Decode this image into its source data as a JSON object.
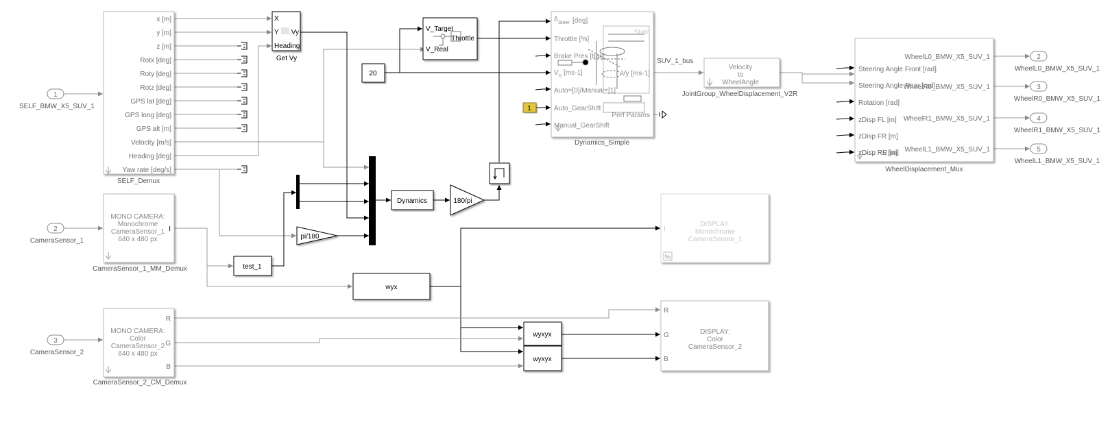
{
  "inports": [
    {
      "num": "1",
      "name": "SELF_BMW_X5_SUV_1"
    },
    {
      "num": "2",
      "name": "CameraSensor_1"
    },
    {
      "num": "3",
      "name": "CameraSensor_2"
    }
  ],
  "outports": [
    {
      "num": "2",
      "name": "WheelL0_BMW_X5_SUV_1"
    },
    {
      "num": "3",
      "name": "WheelR0_BMW_X5_SUV_1"
    },
    {
      "num": "4",
      "name": "WheelR1_BMW_X5_SUV_1"
    },
    {
      "num": "5",
      "name": "WheelL1_BMW_X5_SUV_1"
    }
  ],
  "self_demux": {
    "name": "SELF_Demux",
    "ports": [
      "x [m]",
      "y [m]",
      "z [m]",
      "Rotx [deg]",
      "Roty [deg]",
      "Rotz [deg]",
      "GPS lat [deg]",
      "GPS long [deg]",
      "GPS alt [m]",
      "Velocity [m/s]",
      "Heading [deg]",
      "Yaw rate [deg/s]"
    ]
  },
  "cam1_demux": {
    "name": "CameraSensor_1_MM_Demux",
    "lines": [
      "MONO CAMERA:",
      "Monochrome",
      "CameraSensor_1",
      "640 x 480 px"
    ],
    "port": "I"
  },
  "cam2_demux": {
    "name": "CameraSensor_2_CM_Demux",
    "lines": [
      "MONO CAMERA:",
      "Color",
      "CameraSensor_2",
      "640 x 480 px"
    ],
    "ports": [
      "R",
      "G",
      "B"
    ]
  },
  "getvy": {
    "name": "Get Vy",
    "in": [
      "X",
      "Y",
      "Heading"
    ],
    "out": "Vy"
  },
  "throttle_blk": {
    "in": [
      "V_Target",
      "V_Real"
    ],
    "out": "Throttle"
  },
  "const20": "20",
  "const1": "1",
  "dynamics_blk": "Dynamics",
  "gain180": "180/pi",
  "gainpi": "pi/180",
  "test1": "test_1",
  "wyx": "wyx",
  "wyxyx": [
    "wyxyx",
    "wyxyx"
  ],
  "dynsimple": {
    "name": "Dynamics_Simple",
    "in": [
      "δ",
      "Steer",
      "[deg]",
      "Throttle [%]",
      "Brake Pres [bar]",
      "V",
      "0",
      "[ms-1]",
      "Auto=[0]/Manual=[1]",
      "Auto_GearShift",
      "Manual_GearShift"
    ],
    "out": [
      "State",
      "Vy [ms-1]",
      "Perf Params"
    ]
  },
  "bus_label": "SUV_1_bus",
  "v2w": {
    "lines": [
      "Velocity",
      "to",
      "WheelAngle"
    ],
    "name": "JointGroup_WheelDisplacement_V2R"
  },
  "wmux": {
    "name": "WheelDisplacement_Mux",
    "in": [
      "Steering Angle Front [rad]",
      "Steering Angle Rear [rad]",
      "Rotation [rad]",
      "zDisp FL [m]",
      "zDisp FR [m]",
      "zDisp RL [m]",
      "zDisp RR [m]"
    ],
    "out": [
      "WheelL0_BMW_X5_SUV_1",
      "WheelR0_BMW_X5_SUV_1",
      "WheelR1_BMW_X5_SUV_1",
      "WheelL1_BMW_X5_SUV_1"
    ]
  },
  "disp_mono": {
    "lines": [
      "DISPLAY:",
      "Monochrome",
      "CameraSensor_1"
    ],
    "port": "I",
    "badge": "%"
  },
  "disp_color": {
    "lines": [
      "DISPLAY:",
      "Color",
      "CameraSensor_2"
    ],
    "ports": [
      "R",
      "G",
      "B"
    ]
  }
}
